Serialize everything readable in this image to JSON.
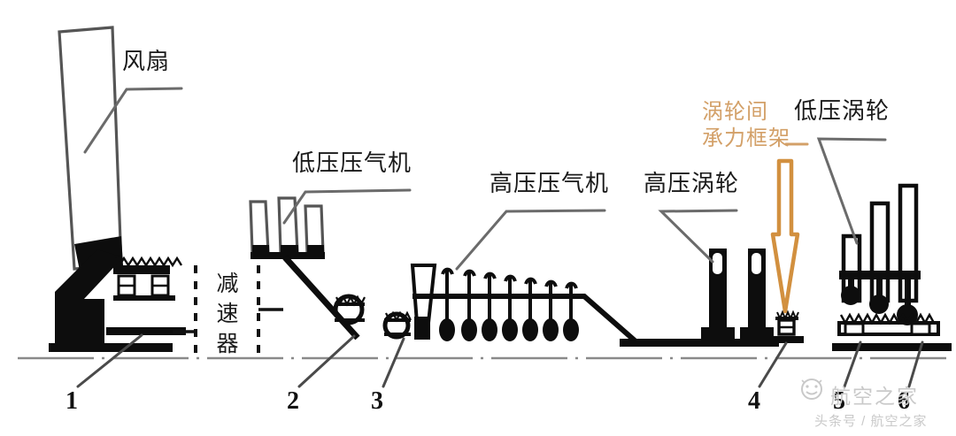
{
  "figure": {
    "background_color": "#ffffff",
    "line_color": "#1a1a1a",
    "accent_color": "#d3a068",
    "arrow_color": "#d2903f",
    "watermark_color": "#c9c9c9"
  },
  "labels": {
    "fan": "风扇",
    "lp_compressor": "低压压气机",
    "hp_compressor": "高压压气机",
    "hp_turbine": "高压涡轮",
    "lp_turbine": "低压涡轮",
    "inter_turbine_frame_line1": "涡轮间",
    "inter_turbine_frame_line2": "承力框架",
    "gearbox_char1": "减",
    "gearbox_char2": "速",
    "gearbox_char3": "器"
  },
  "callouts": [
    {
      "id": "1",
      "number": "1"
    },
    {
      "id": "2",
      "number": "2"
    },
    {
      "id": "3",
      "number": "3"
    },
    {
      "id": "4",
      "number": "4"
    },
    {
      "id": "5",
      "number": "5"
    },
    {
      "id": "6",
      "number": "6"
    }
  ],
  "watermark": {
    "brand": "航空之家",
    "source": "头条号 / 航空之家",
    "logo_icon": "smiley-circle-icon"
  }
}
